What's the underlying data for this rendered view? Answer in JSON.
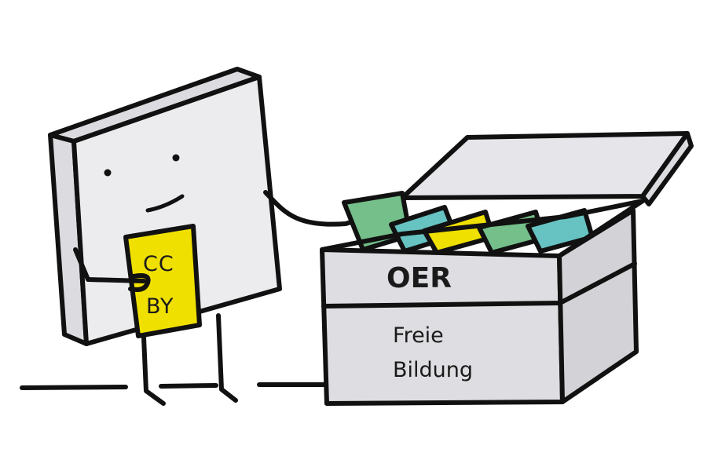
{
  "card": {
    "line1": "CC",
    "line2": "BY"
  },
  "box": {
    "title": "OER",
    "line1": "Freie",
    "line2": "Bildung"
  },
  "colors": {
    "book_cover": "#ececef",
    "book_spine": "#dcdce0",
    "box_body": "#dedee2",
    "box_lid": "#e6e6ea",
    "card_yellow": "#f0e000",
    "folder_green": "#74bf8a",
    "folder_teal": "#66c3c2",
    "folder_yellow": "#f0e000",
    "ink": "#111111"
  }
}
